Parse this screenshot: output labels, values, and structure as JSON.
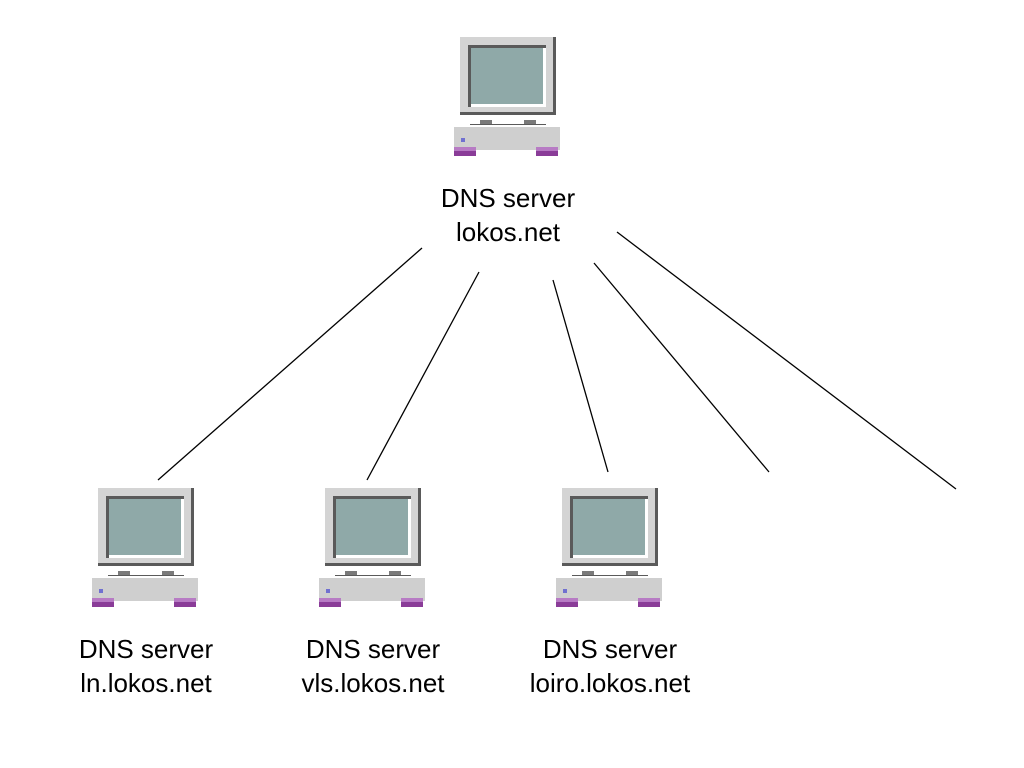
{
  "root": {
    "line1": "DNS server",
    "line2": "lokos.net"
  },
  "children": [
    {
      "line1": "DNS server",
      "line2": "ln.lokos.net"
    },
    {
      "line1": "DNS server",
      "line2": "vls.lokos.net"
    },
    {
      "line1": "DNS server",
      "line2": "loiro.lokos.net"
    }
  ],
  "colors": {
    "screen": "#8fa9a8",
    "case": "#d4d4d4",
    "case_shadow": "#5a5a5a",
    "feet": "#8a3c98",
    "base": "#cfcfcf",
    "indicator": "#7070d0",
    "line": "#000000"
  },
  "icon": "computer-icon"
}
